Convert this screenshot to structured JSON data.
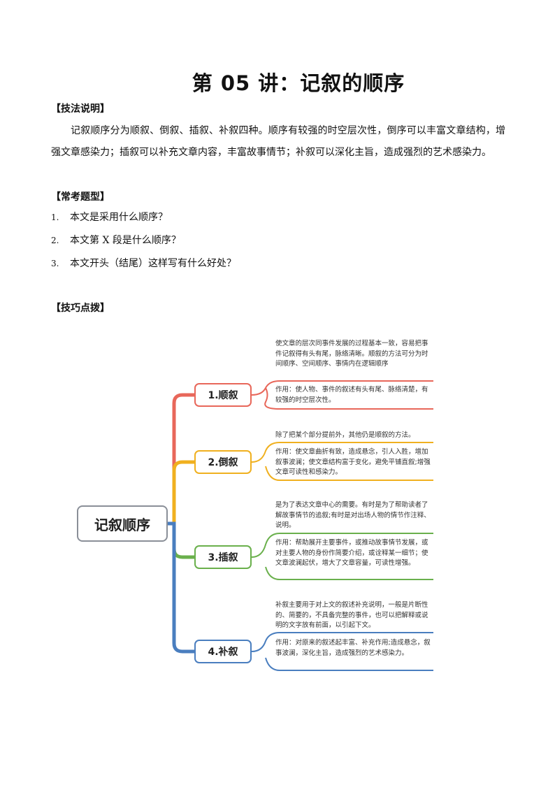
{
  "title": "第 05 讲：记叙的顺序",
  "sections": {
    "method_head": "【技法说明】",
    "method_text": "记叙顺序分为顺叙、倒叙、插叙、补叙四种。顺序有较强的时空层次性，倒序可以丰富文章结构，增强文章感染力；插叙可以补充文章内容，丰富故事情节；补叙可以深化主旨，造成强烈的艺术感染力。",
    "questions_head": "【常考题型】",
    "questions": [
      {
        "num": "1.",
        "text": "本文是采用什么顺序？"
      },
      {
        "num": "2.",
        "text": "本文第 X 段是什么顺序？"
      },
      {
        "num": "3.",
        "text": "本文开头（结尾）这样写有什么好处？"
      }
    ],
    "tips_head": "【技巧点拨】"
  },
  "mindmap": {
    "root": "记叙顺序",
    "branches": [
      {
        "label": "1.顺叙",
        "color": "#e8675a",
        "desc": "使文章的层次同事件发展的过程基本一致，容易把事件记叙得有头有尾，脉络清晰。顺叙的方法可分为时间顺序、空间顺序、事情内在逻辑顺序",
        "effect": "作用：使人物、事件的叙述有头有尾、脉络清楚，有较强的时空层次性。"
      },
      {
        "label": "2.倒叙",
        "color": "#f0b01f",
        "desc": "除了把某个部分提前外，其他仍是顺叙的方法。",
        "effect": "作用：使文章曲折有致，造成悬念，引人入胜，增加叙事波澜；使文章结构富于变化，避免平铺直叙;增强文章可读性和感染力。"
      },
      {
        "label": "3.插叙",
        "color": "#6ab04c",
        "desc": "是为了表达文章中心的需要。有时是为了帮助读者了解故事情节的追叙;有时是对出场人物的情节作注释、说明。",
        "effect": "作用：帮助展开主要事件，或推动故事情节发展，或对主要人物的身份作简要介绍，或诠释某一细节；使文章波澜起伏，增大了文章容量，可读性增强。"
      },
      {
        "label": "4.补叙",
        "color": "#4a7ebf",
        "desc": "补叙主要用于对上文的叙述补充说明，一般是片断性的、简要的，不具备完整的事件，也可以把解释或说明的文字放有前面，以引起下文。",
        "effect": "作用：对原来的叙述起丰富、补充作用;造成悬念，叙事波澜，深化主旨，造成强烈的艺术感染力。"
      }
    ]
  }
}
